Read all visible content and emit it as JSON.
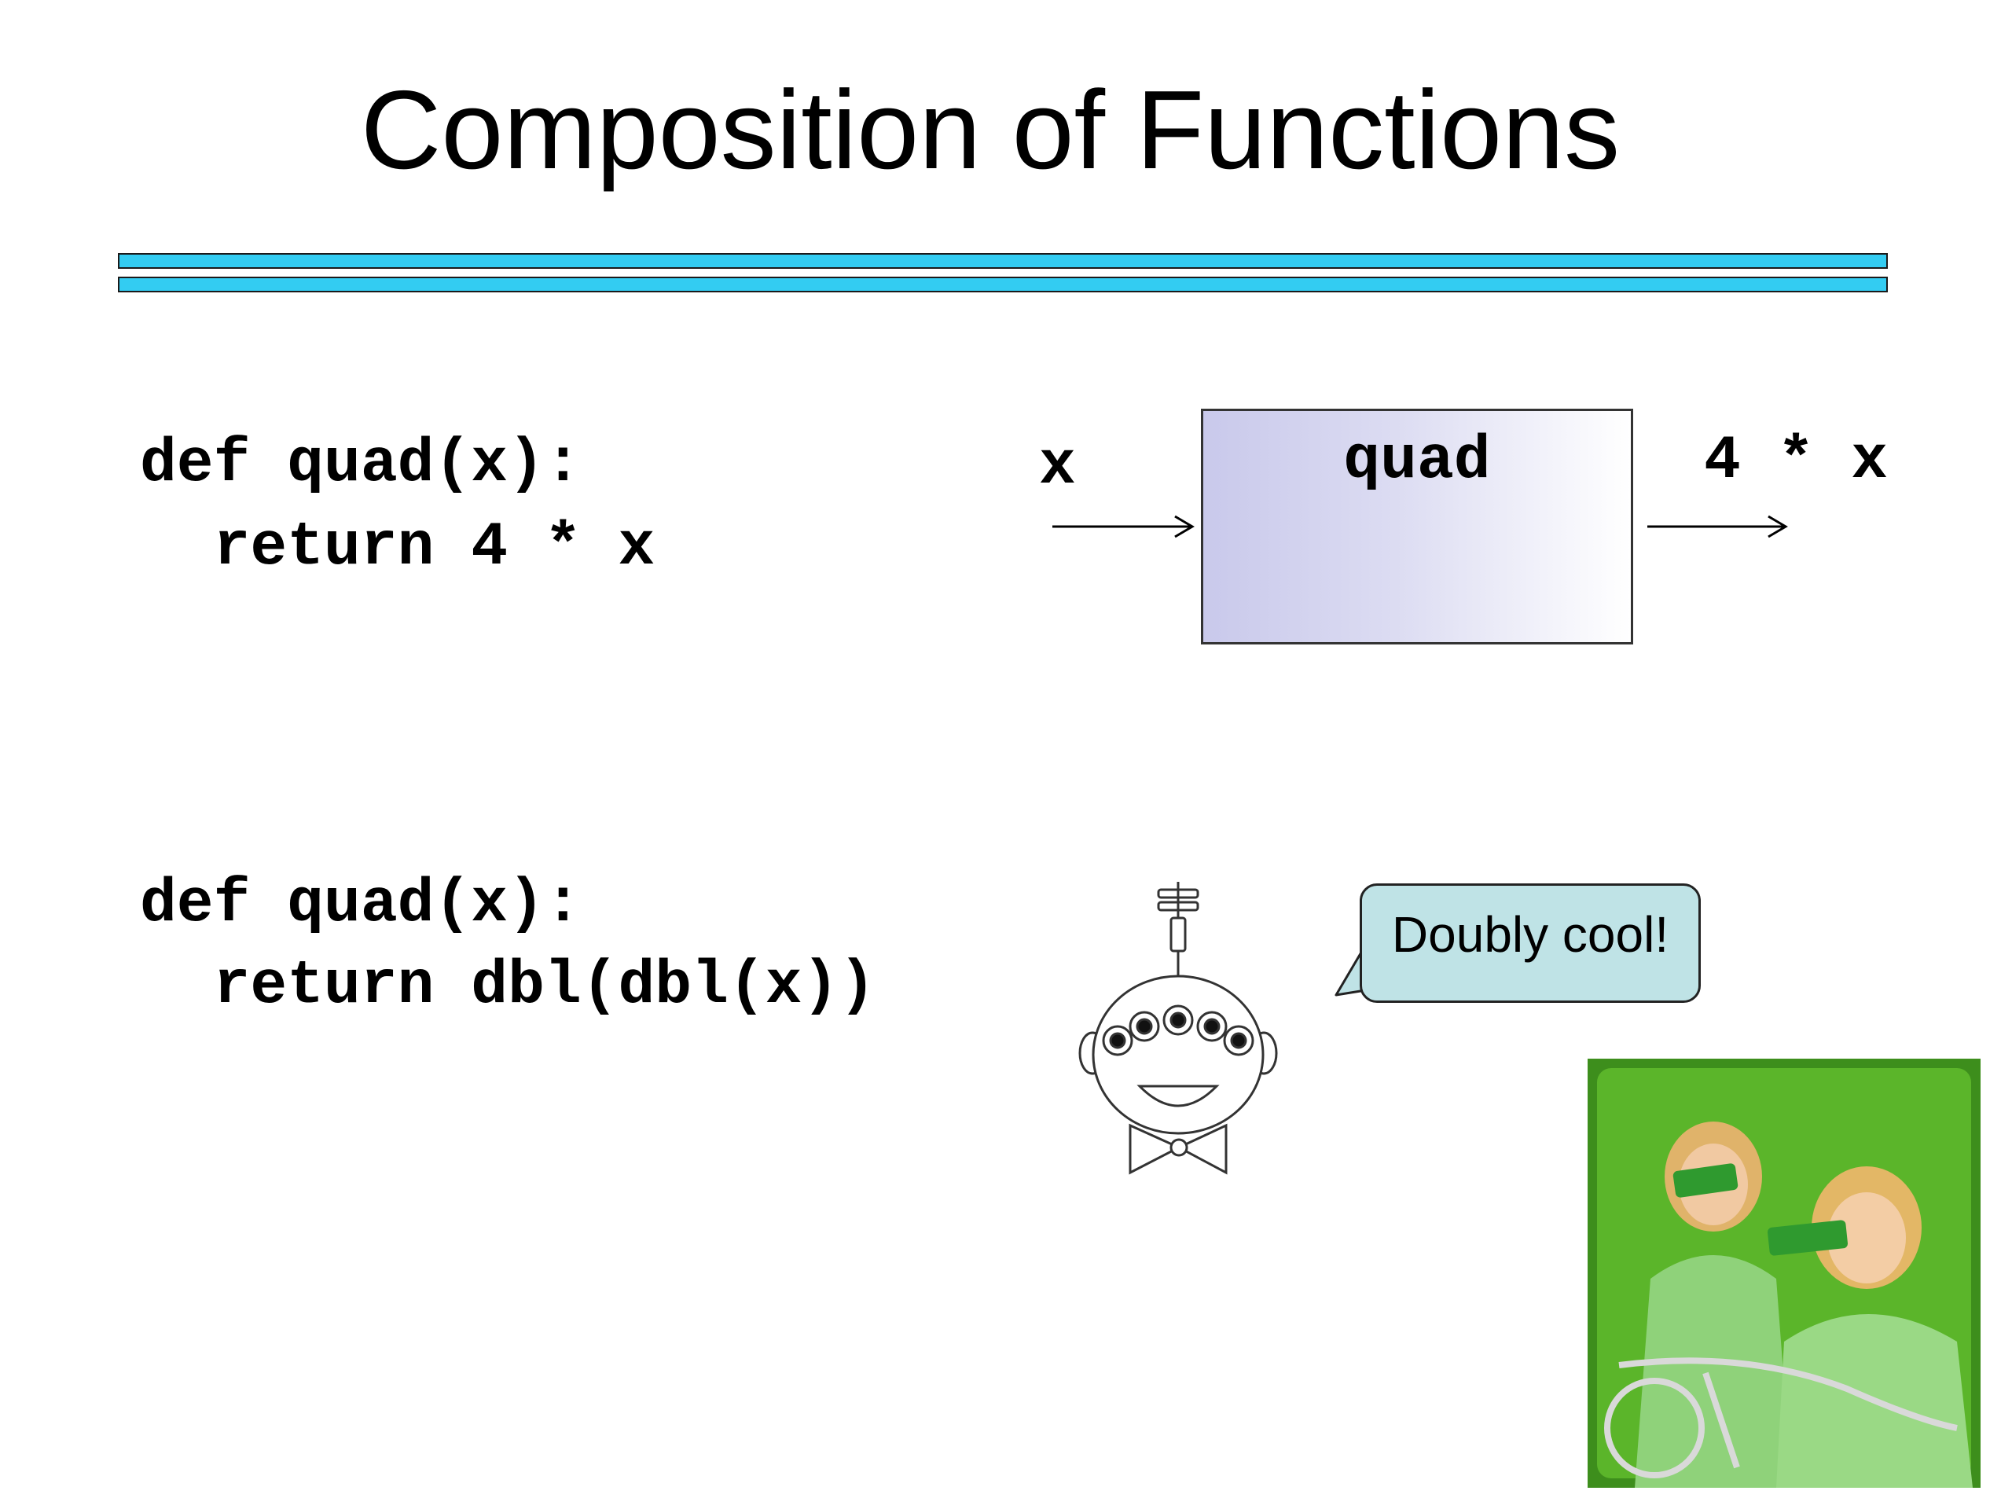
{
  "slide": {
    "title": "Composition of Functions"
  },
  "top_code": {
    "line1": "def quad(x):",
    "line2": "  return 4 * x"
  },
  "diagram": {
    "input_label": "x",
    "box_label": "quad",
    "output_label": "4 * x",
    "box_colors": [
      "#c9c9eb",
      "#ffffff"
    ]
  },
  "bottom_code": {
    "line1": "def quad(x):",
    "line2": "  return dbl(dbl(x))"
  },
  "speech_bubble": {
    "text": "Doubly cool!",
    "color": "#bfe3e6"
  },
  "colors": {
    "rule": "#33ccf2",
    "photo_background": "#5bb52a"
  },
  "images": {
    "alien": "alien-cartoon-icon",
    "photo": "twins-doublemint-photo"
  }
}
